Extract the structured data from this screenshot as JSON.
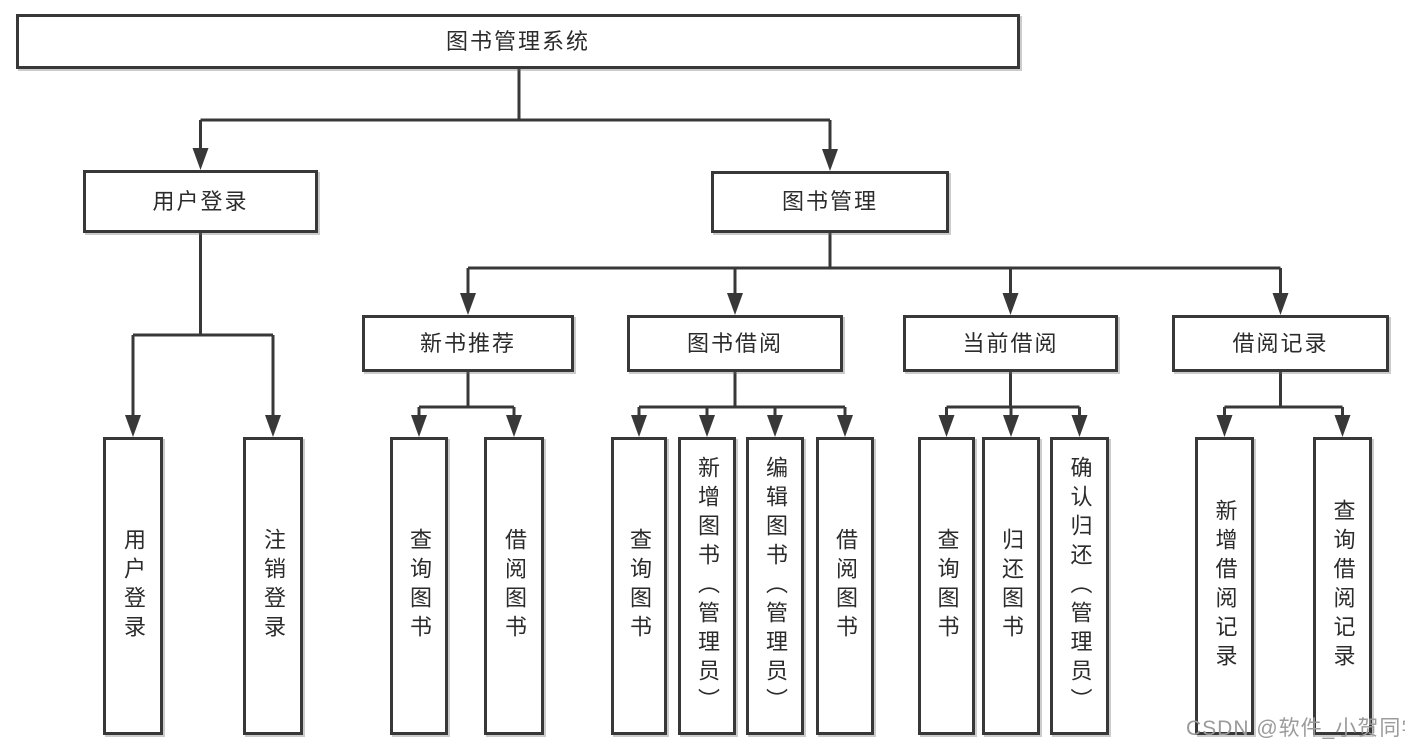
{
  "colors": {
    "background": "#ffffff",
    "line": "#383838",
    "box_border": "#383838",
    "text": "#2b2b2b",
    "watermark": "#9b9b9b"
  },
  "watermark": {
    "text": "CSDN @软件_小贺同学"
  },
  "tree": {
    "label": "图书管理系统",
    "children": [
      {
        "label": "用户登录",
        "children": [
          {
            "label": "用户登录"
          },
          {
            "label": "注销登录"
          }
        ]
      },
      {
        "label": "图书管理",
        "children": [
          {
            "label": "新书推荐",
            "children": [
              {
                "label": "查询图书"
              },
              {
                "label": "借阅图书"
              }
            ]
          },
          {
            "label": "图书借阅",
            "children": [
              {
                "label": "查询图书"
              },
              {
                "label": "新增图书（管理员）"
              },
              {
                "label": "编辑图书（管理员）"
              },
              {
                "label": "借阅图书"
              }
            ]
          },
          {
            "label": "当前借阅",
            "children": [
              {
                "label": "查询图书"
              },
              {
                "label": "归还图书"
              },
              {
                "label": "确认归还（管理员）"
              }
            ]
          },
          {
            "label": "借阅记录",
            "children": [
              {
                "label": "新增借阅记录"
              },
              {
                "label": "查询借阅记录"
              }
            ]
          }
        ]
      }
    ]
  }
}
